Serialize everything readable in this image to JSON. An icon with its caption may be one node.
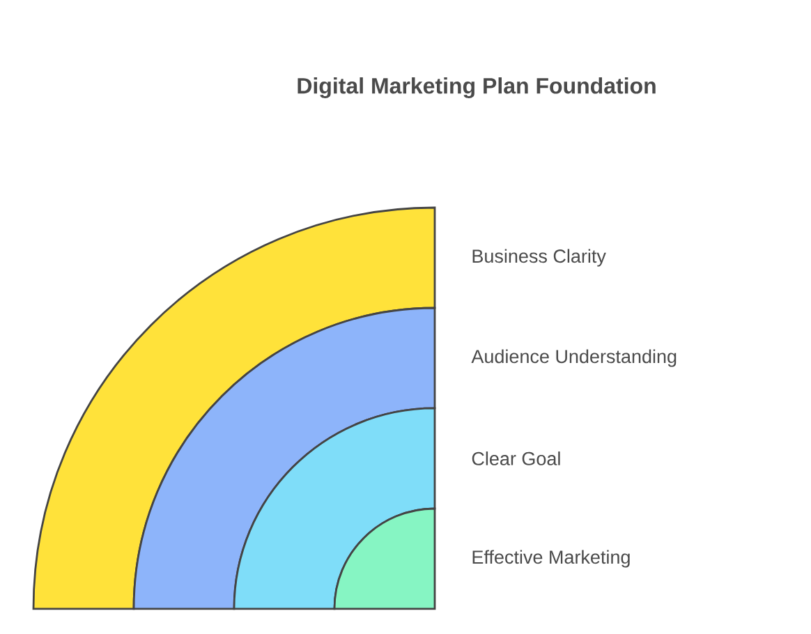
{
  "diagram": {
    "title": "Digital Marketing Plan Foundation",
    "nodes": [
      {
        "text": [
          "Business Clarity"
        ]
      },
      {
        "text": [
          "Audience Understanding"
        ]
      },
      {
        "text": [
          "Clear Goal"
        ]
      },
      {
        "text": [
          "Effective Marketing"
        ]
      }
    ]
  }
}
